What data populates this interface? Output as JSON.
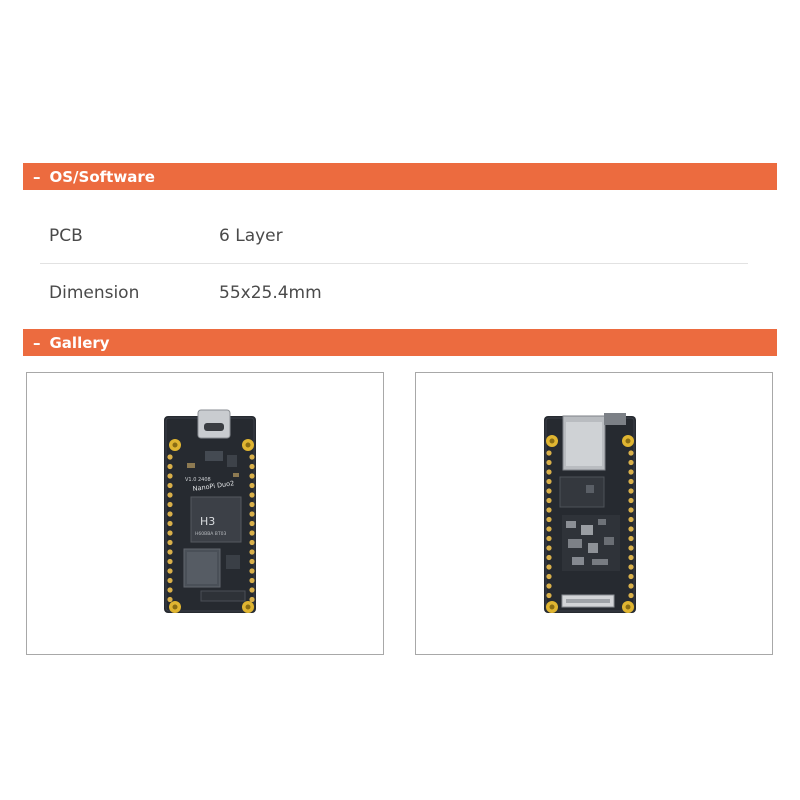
{
  "sections": {
    "os_software": {
      "marker": "–",
      "title": "OS/Software"
    },
    "gallery": {
      "marker": "–",
      "title": "Gallery"
    }
  },
  "specs": [
    {
      "label": "PCB",
      "value": "6 Layer"
    },
    {
      "label": "Dimension",
      "value": "55x25.4mm"
    }
  ],
  "board_front": {
    "version": "V1.0 2408",
    "brand": "NanoPi Duo2",
    "chip": "H3",
    "chip_code": "H60BBA  BT03"
  },
  "colors": {
    "accent": "#ec6b3f",
    "board": "#262a30",
    "gold_pad": "#e0b531"
  }
}
